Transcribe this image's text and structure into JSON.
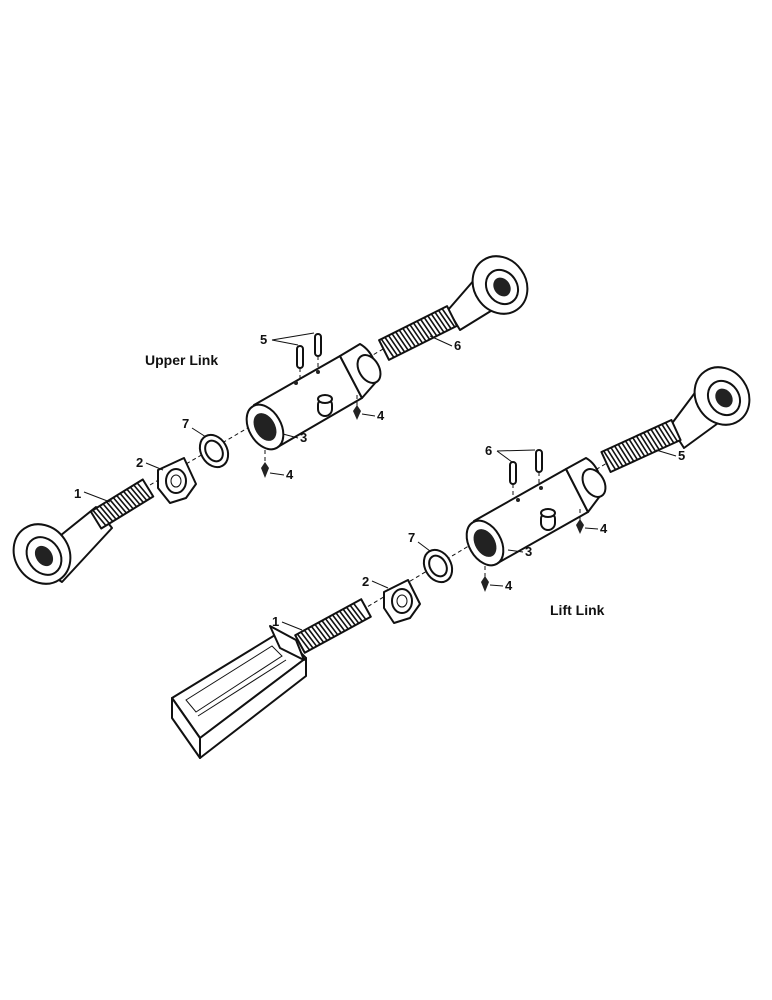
{
  "titles": {
    "upper_link": "Upper Link",
    "lift_link": "Lift Link"
  },
  "upper_link": {
    "callouts": {
      "c1": "1",
      "c2": "2",
      "c3": "3",
      "c4a": "4",
      "c4b": "4",
      "c5": "5",
      "c6": "6",
      "c7": "7"
    }
  },
  "lift_link": {
    "callouts": {
      "c1": "1",
      "c2": "2",
      "c3": "3",
      "c4a": "4",
      "c4b": "4",
      "c5": "5",
      "c6": "6",
      "c7": "7"
    }
  }
}
